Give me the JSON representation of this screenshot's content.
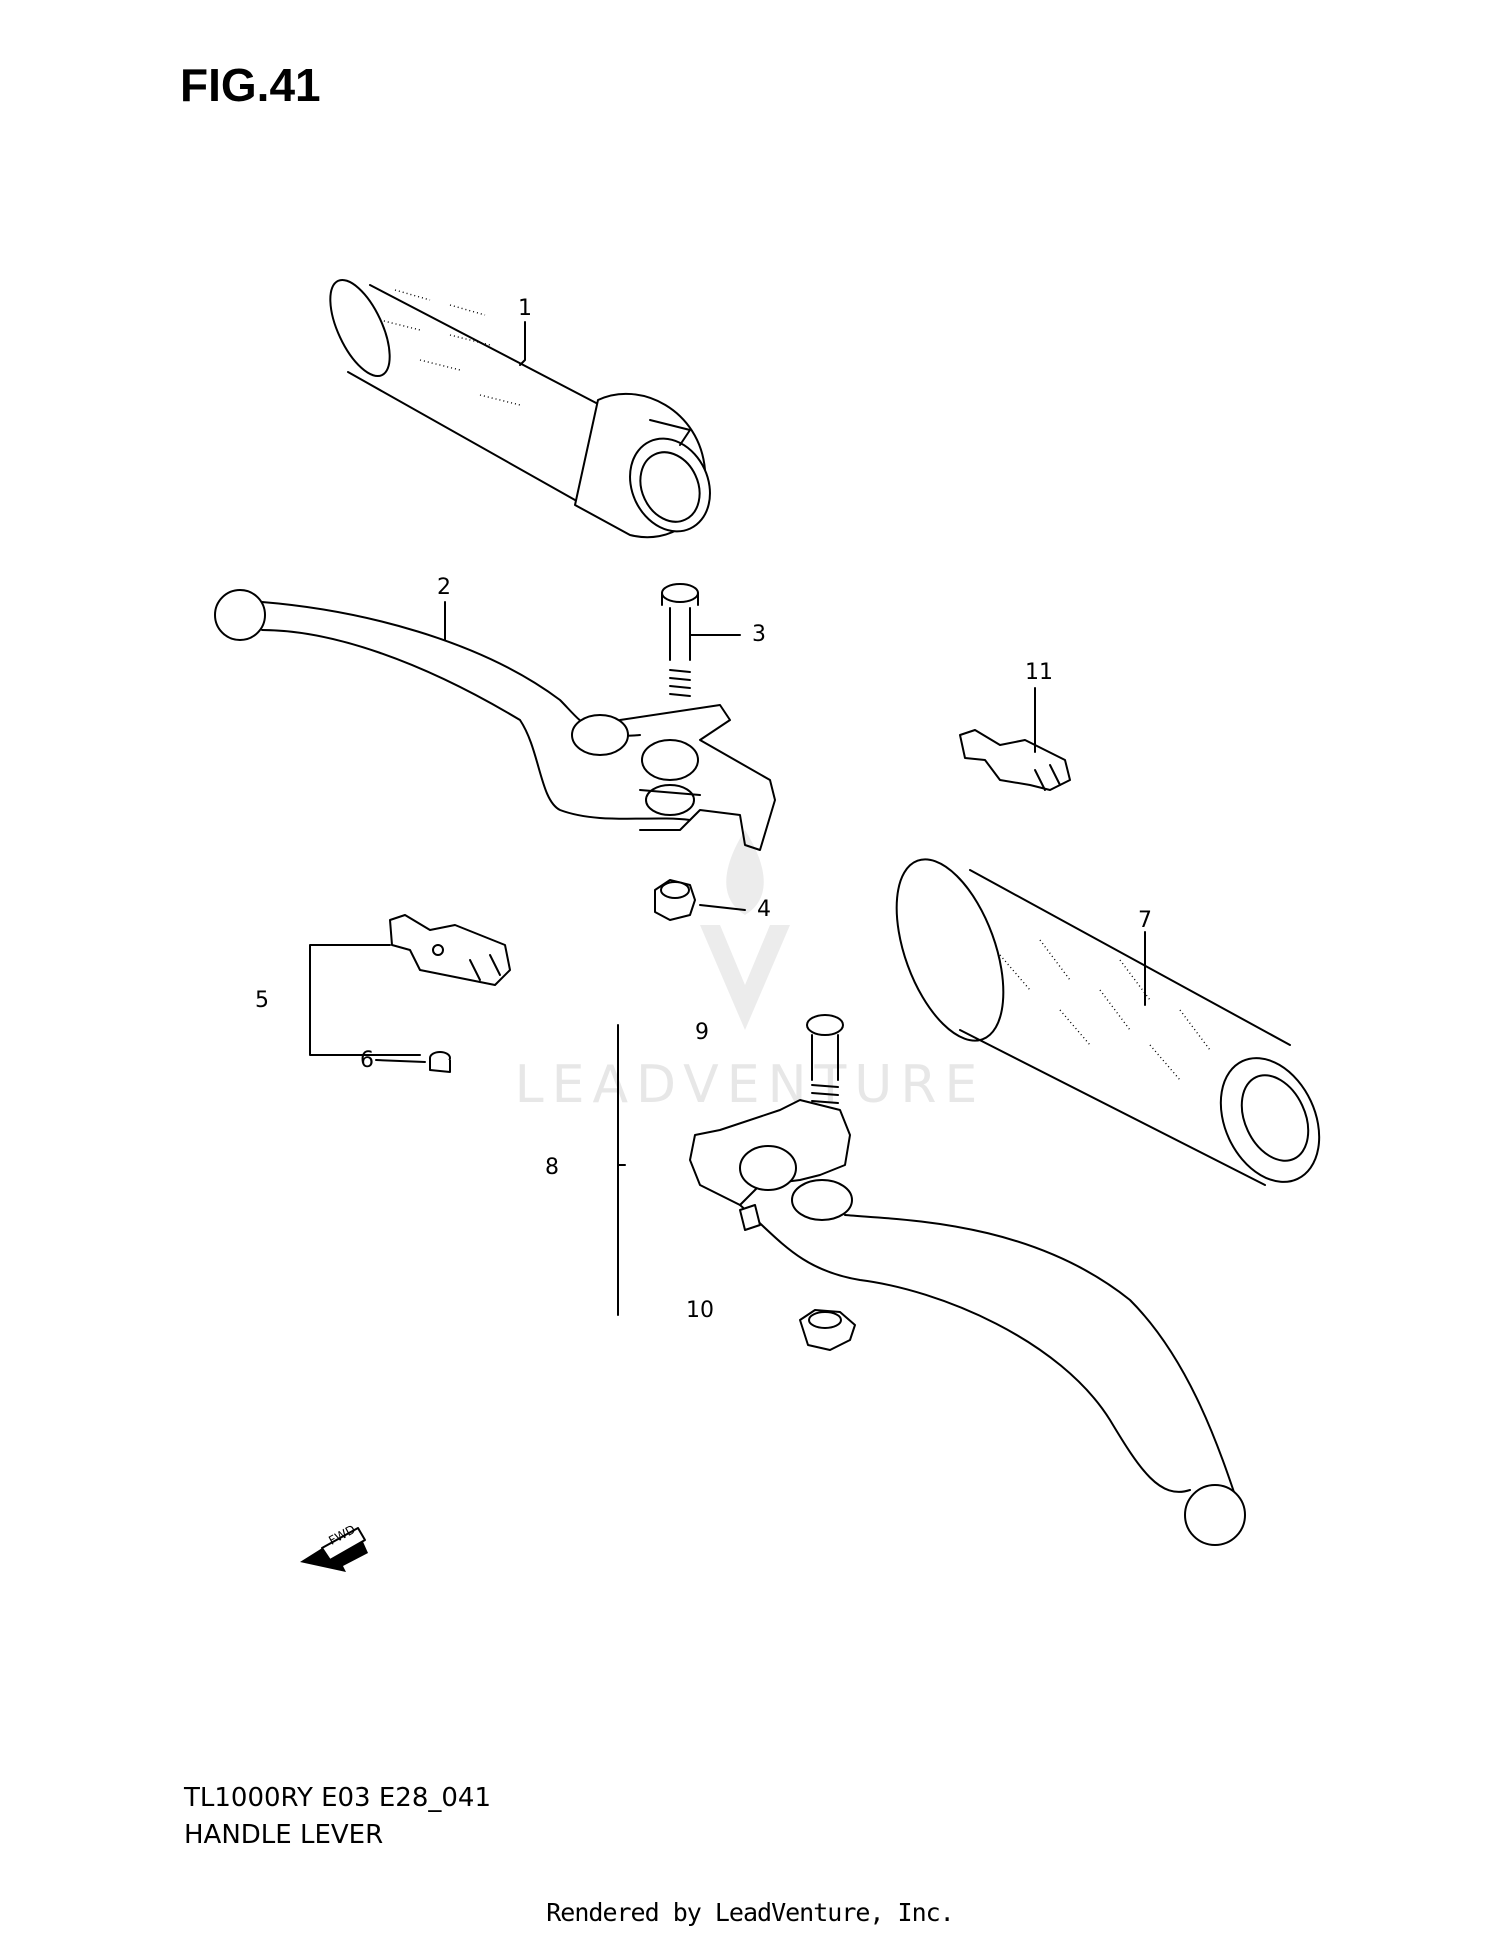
{
  "figure": {
    "title": "FIG.41"
  },
  "callouts": [
    {
      "id": "1",
      "text": "1"
    },
    {
      "id": "2",
      "text": "2"
    },
    {
      "id": "3",
      "text": "3"
    },
    {
      "id": "4",
      "text": "4"
    },
    {
      "id": "5",
      "text": "5"
    },
    {
      "id": "6",
      "text": "6"
    },
    {
      "id": "7",
      "text": "7"
    },
    {
      "id": "8",
      "text": "8"
    },
    {
      "id": "9",
      "text": "9"
    },
    {
      "id": "10",
      "text": "10"
    },
    {
      "id": "11",
      "text": "11"
    }
  ],
  "footer": {
    "model_code": "TL1000RY E03 E28_041",
    "sheet_title": "HANDLE LEVER",
    "render_credit": "Rendered by LeadVenture, Inc."
  },
  "watermark": {
    "text": "LEADVENTURE"
  },
  "fwd_arrow": {
    "label": "FWD"
  },
  "colors": {
    "line": "#000000",
    "background": "#ffffff",
    "watermark": "#e7e7e7"
  }
}
